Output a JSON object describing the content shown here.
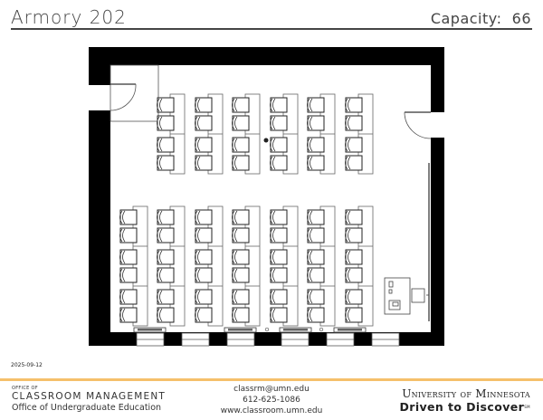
{
  "header": {
    "room_name": "Armory 202",
    "capacity_label": "Capacity:",
    "capacity_value": "66"
  },
  "date": "2025-09-12",
  "floor_plan": {
    "wall_color": "#000000",
    "line_color": "#555555",
    "rooms_features": [
      "left-door",
      "right-door",
      "front-lectern",
      "window-heaters",
      "projector-screen"
    ],
    "top_section": {
      "columns": 6,
      "chairs_per_column": 4,
      "col_x": [
        178,
        220,
        261,
        303,
        344,
        386
      ],
      "row_y": [
        108,
        128,
        152,
        172
      ]
    },
    "bottom_section": {
      "columns": 7,
      "chairs_per_column": 6,
      "col_x": [
        137,
        178,
        220,
        261,
        303,
        344,
        386
      ],
      "row_y": [
        232,
        252,
        276,
        296,
        320,
        340
      ]
    },
    "total_seats": 66
  },
  "footer": {
    "office_of": "OFFICE OF",
    "office_name": "CLASSROOM MANAGEMENT",
    "parent_office": "Office of Undergraduate Education",
    "email": "classrm@umn.edu",
    "phone": "612-625-1086",
    "website": "www.classroom.umn.edu",
    "university": "University of Minnesota",
    "tagline": "Driven to Discover",
    "tagline_mark": "SM",
    "accent_color": "#f5c06b"
  }
}
